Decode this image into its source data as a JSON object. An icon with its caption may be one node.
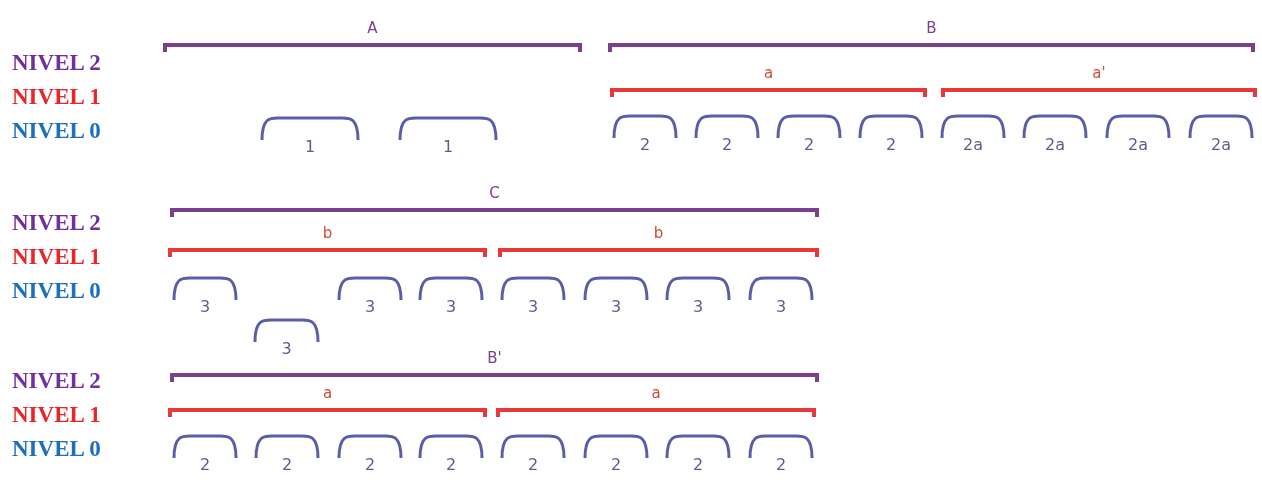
{
  "diagram": {
    "labels": [
      "NIVEL 2",
      "NIVEL 1",
      "NIVEL 0",
      "A",
      "B",
      "a",
      "a'",
      "1",
      "1",
      "2",
      "2",
      "2",
      "2",
      "2a",
      "2a",
      "2a",
      "2a",
      "NIVEL 2",
      "NIVEL 1",
      "NIVEL 0",
      "C",
      "b",
      "b",
      "3",
      "3",
      "3",
      "3",
      "3",
      "3",
      "3",
      "3",
      "NIVEL 2",
      "NIVEL 1",
      "NIVEL 0",
      "B'",
      "a",
      "a",
      "2",
      "2",
      "2",
      "2",
      "2",
      "2",
      "2",
      "2"
    ]
  }
}
